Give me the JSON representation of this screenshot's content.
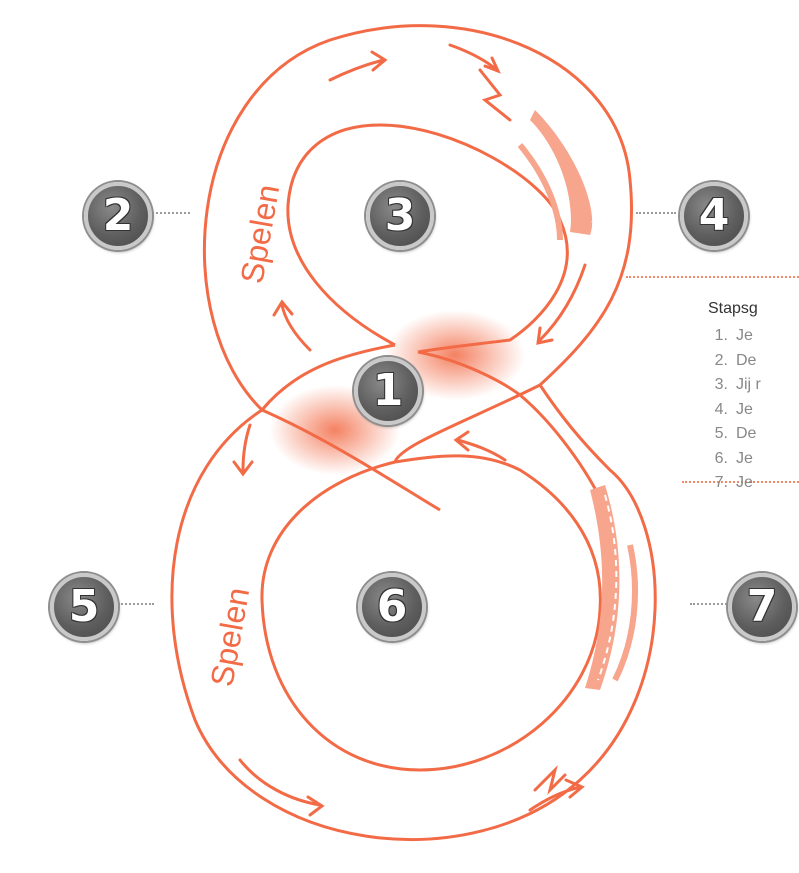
{
  "diagram": {
    "play_label_top": "Spelen",
    "play_label_bottom": "Spelen",
    "badges": [
      {
        "id": "1",
        "label": "1"
      },
      {
        "id": "2",
        "label": "2"
      },
      {
        "id": "3",
        "label": "3"
      },
      {
        "id": "4",
        "label": "4"
      },
      {
        "id": "5",
        "label": "5"
      },
      {
        "id": "6",
        "label": "6"
      },
      {
        "id": "7",
        "label": "7"
      }
    ]
  },
  "steps_panel": {
    "title": "Stapsg",
    "items": [
      {
        "num": "1.",
        "text": "Je"
      },
      {
        "num": "2.",
        "text": "De"
      },
      {
        "num": "3.",
        "text": "Jij r"
      },
      {
        "num": "4.",
        "text": "Je"
      },
      {
        "num": "5.",
        "text": "De"
      },
      {
        "num": "6.",
        "text": "Je"
      },
      {
        "num": "7.",
        "text": "Je"
      }
    ]
  },
  "colors": {
    "accent": "#f26b46",
    "badge": "#5e5e5e",
    "connector": "#9a9a9a"
  }
}
